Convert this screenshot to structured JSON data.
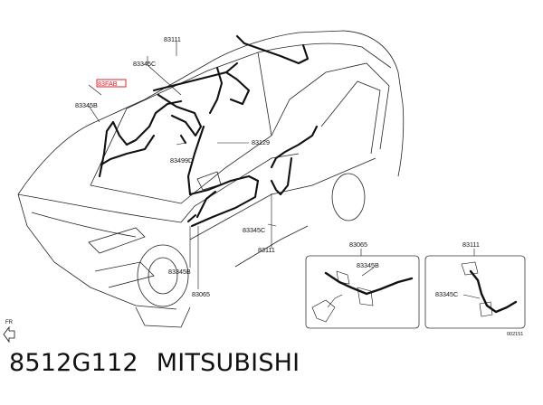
{
  "callouts": {
    "c83111_top": "83111",
    "c83345C_top": "83345C",
    "c83FAB_highlight": "83FAB",
    "c83345B_left": "83345B",
    "c83129": "83129",
    "c83499D": "83499D",
    "c83345C_mid": "83345C",
    "c83111_mid": "83111",
    "c83345B_low": "83345B",
    "c83065_low": "83065"
  },
  "detail_left": {
    "title": "83065",
    "part": "83345B"
  },
  "detail_right": {
    "title": "83111",
    "part": "83345C"
  },
  "front_marker": "FR",
  "figure_code": "002151",
  "caption": {
    "part_code": "8512G112",
    "brand": "MITSUBISHI"
  },
  "colors": {
    "highlight": "#e8202a",
    "line": "#222222"
  }
}
